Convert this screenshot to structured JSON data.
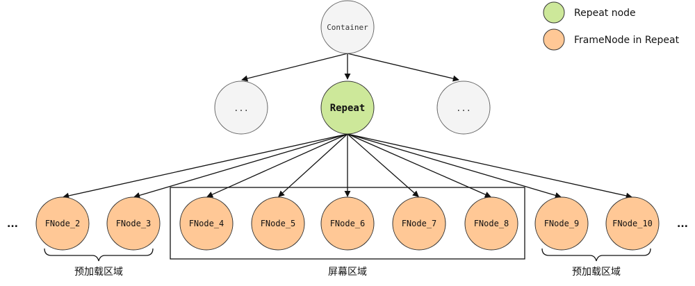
{
  "legend": {
    "repeat_label": "Repeat node",
    "frame_label": "FrameNode in Repeat"
  },
  "colors": {
    "repeat_fill": "#cde89a",
    "frame_fill": "#ffc896",
    "gray_fill": "#f4f4f4",
    "stroke": "#333333"
  },
  "nodes": {
    "container": "Container",
    "repeat": "Repeat",
    "sibling_left": "...",
    "sibling_right": "..."
  },
  "frame_nodes": [
    "FNode_2",
    "FNode_3",
    "FNode_4",
    "FNode_5",
    "FNode_6",
    "FNode_7",
    "FNode_8",
    "FNode_9",
    "FNode_10"
  ],
  "ellipsis_left": "...",
  "ellipsis_right": "...",
  "regions": {
    "preload_left": "预加载区域",
    "screen": "屏幕区域",
    "preload_right": "预加载区域"
  }
}
